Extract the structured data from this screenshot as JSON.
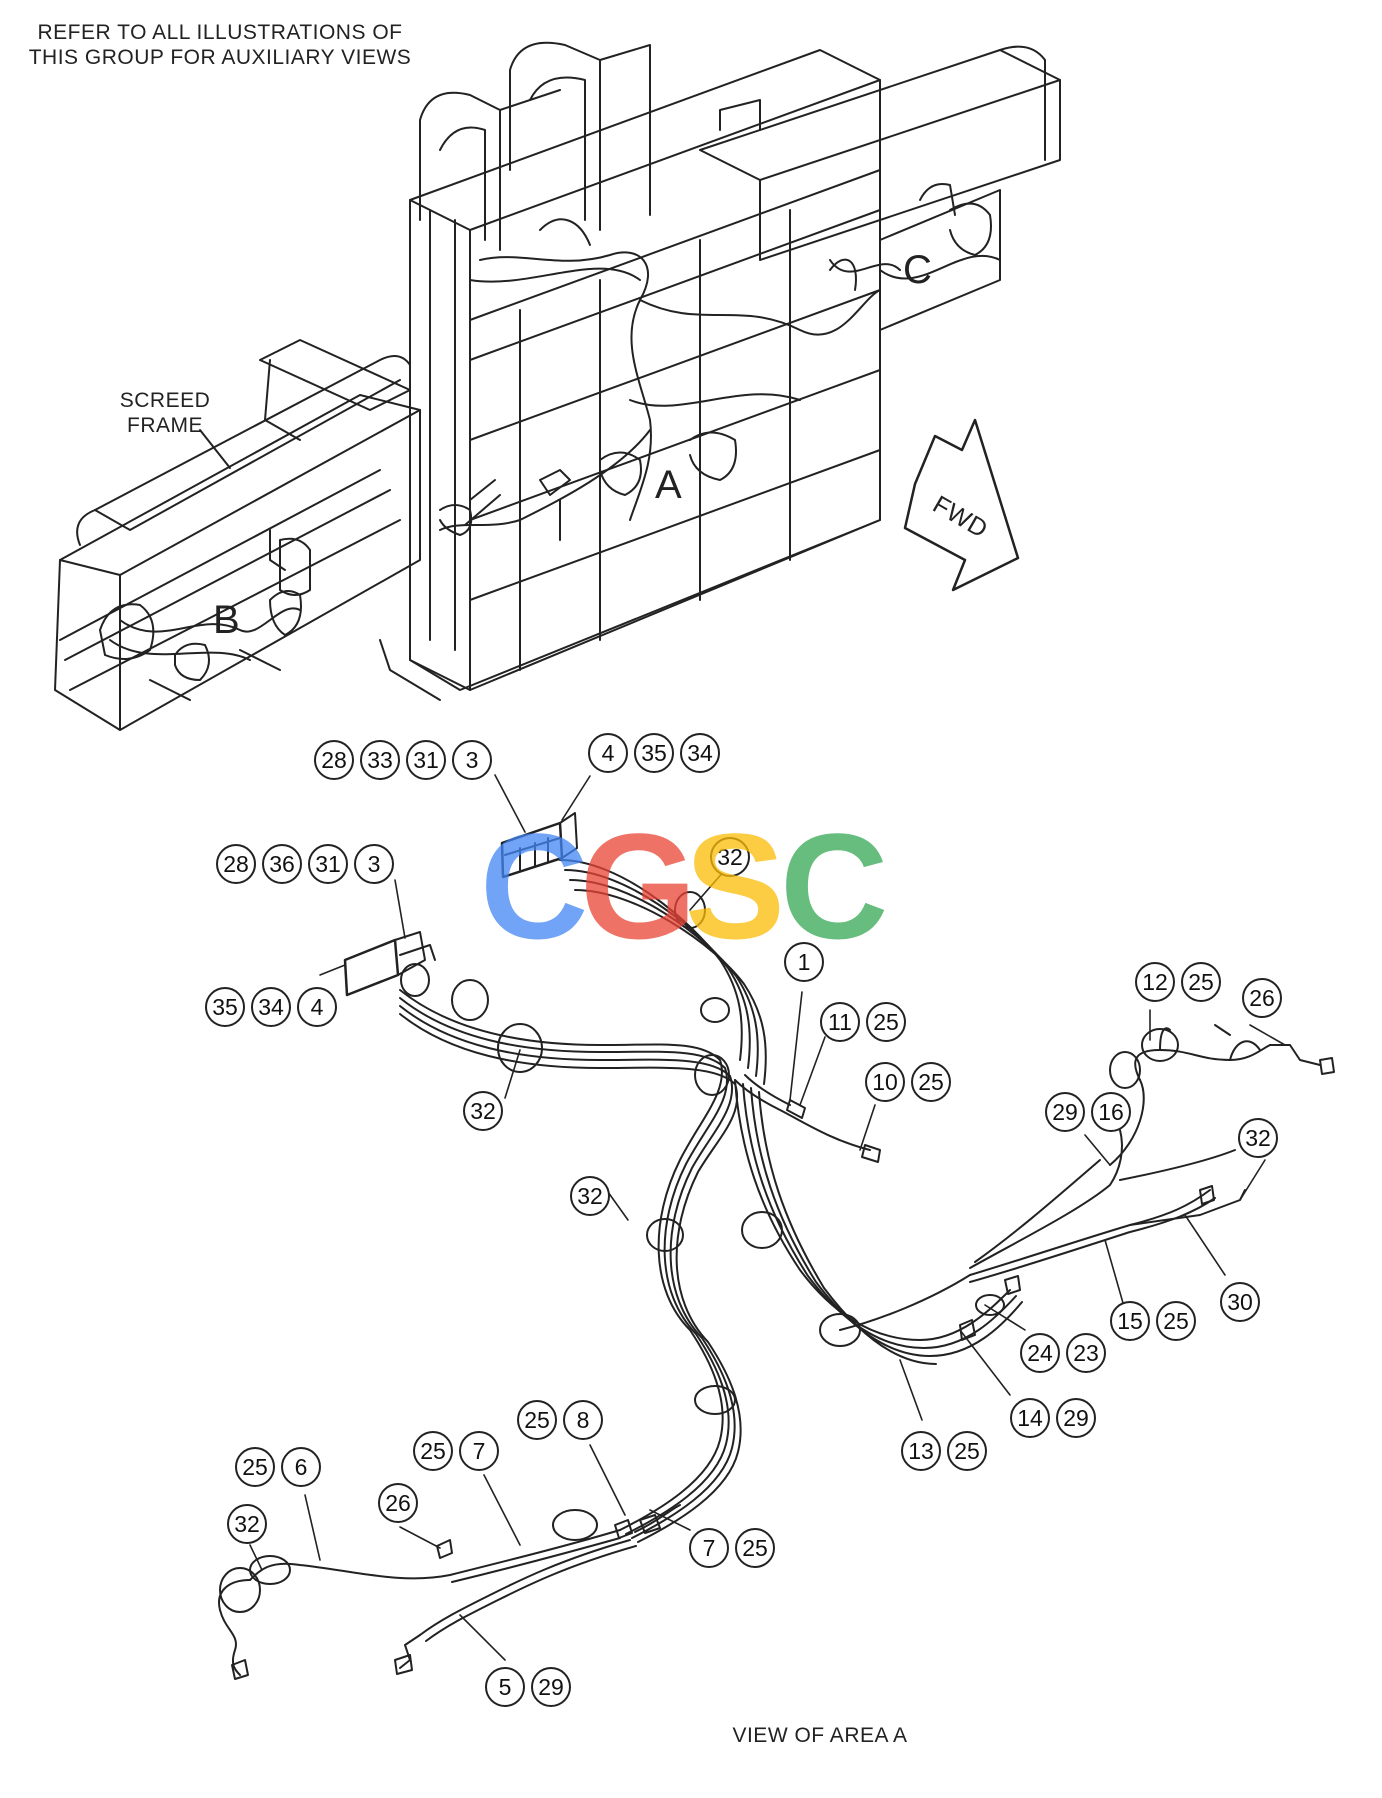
{
  "notes": {
    "refer_line1": "REFER TO ALL ILLUSTRATIONS OF",
    "refer_line2": "THIS GROUP FOR AUXILIARY VIEWS",
    "screed_line1": "SCREED",
    "screed_line2": "FRAME",
    "fwd": "FWD",
    "view_caption": "VIEW OF AREA A"
  },
  "area_labels": {
    "a": "A",
    "b": "B",
    "c": "C"
  },
  "watermark": {
    "letters": [
      "C",
      "G",
      "S",
      "C"
    ],
    "colors": [
      "#4285F4",
      "#EA4335",
      "#FBBC05",
      "#34A853"
    ]
  },
  "callouts": [
    [
      "28",
      "33",
      "31",
      "3"
    ],
    [
      "4",
      "35",
      "34"
    ],
    [
      "28",
      "36",
      "31",
      "3"
    ],
    [
      "35",
      "34",
      "4"
    ],
    [
      "32"
    ],
    [
      "1"
    ],
    [
      "11",
      "25"
    ],
    [
      "10",
      "25"
    ],
    [
      "32"
    ],
    [
      "32"
    ],
    [
      "12",
      "25"
    ],
    [
      "26"
    ],
    [
      "29",
      "16"
    ],
    [
      "32"
    ],
    [
      "30"
    ],
    [
      "15",
      "25"
    ],
    [
      "24",
      "23"
    ],
    [
      "14",
      "29"
    ],
    [
      "13",
      "25"
    ],
    [
      "25",
      "8"
    ],
    [
      "25",
      "7"
    ],
    [
      "25",
      "6"
    ],
    [
      "26"
    ],
    [
      "32"
    ],
    [
      "7",
      "25"
    ],
    [
      "5",
      "29"
    ]
  ]
}
